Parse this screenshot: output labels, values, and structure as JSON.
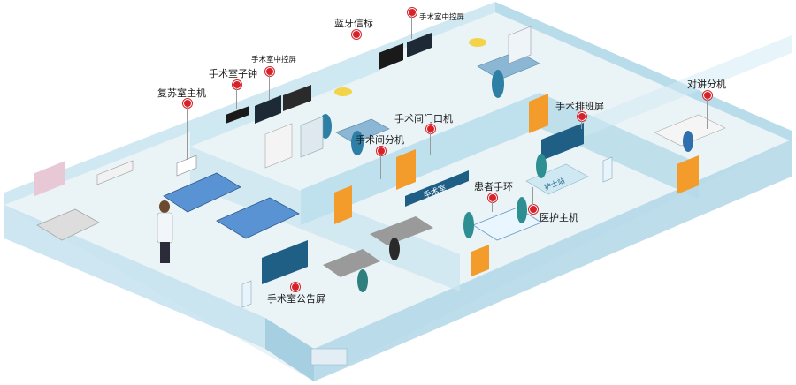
{
  "colors": {
    "floor": "#e8f1f4",
    "wall": "#c7e4ef",
    "wall_dark": "#a9d2e3",
    "wall_top": "#f4fafc",
    "door": "#f39c2b",
    "screen": "#1f5f86",
    "pin": "#d8222a",
    "bed": "#3e7ec4"
  },
  "labels": {
    "recovery_host": "复苏室主机",
    "or_clock": "手术室子钟",
    "or_control_left": "手术室中控屏",
    "bluetooth_beacon": "蓝牙信标",
    "or_control_right": "手术室中控屏",
    "or_door_unit": "手术间门口机",
    "or_room_unit": "手术间分机",
    "schedule_screen": "手术排班屏",
    "intercom_unit": "对讲分机",
    "patient_band": "患者手环",
    "nurse_host": "医护主机",
    "notice_screen": "手术室公告屏"
  },
  "signs": {
    "operating_room": "手术室",
    "nurse_station": "护士站"
  }
}
